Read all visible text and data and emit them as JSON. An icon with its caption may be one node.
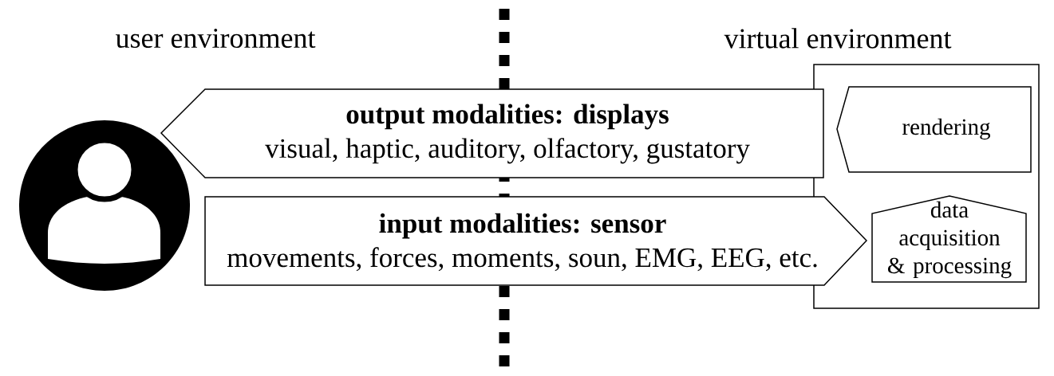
{
  "diagram": {
    "nodes": [
      {
        "text": [],
        "shape": "person"
      },
      {
        "text": [
          "output modalities: displays",
          "visual, haptic, auditory, olfactory, gustatory"
        ]
      },
      {
        "text": [
          "input modalities: sensor",
          "movements, forces, moments, soun, EMG, EEG, etc."
        ]
      },
      {
        "text": [
          "virtual environment"
        ]
      },
      {
        "text": [
          "rendering"
        ],
        "in": 3
      },
      {
        "text": [
          "data acquisition & processing"
        ],
        "in": 3
      }
    ],
    "labels": [
      "user environment"
    ]
  }
}
